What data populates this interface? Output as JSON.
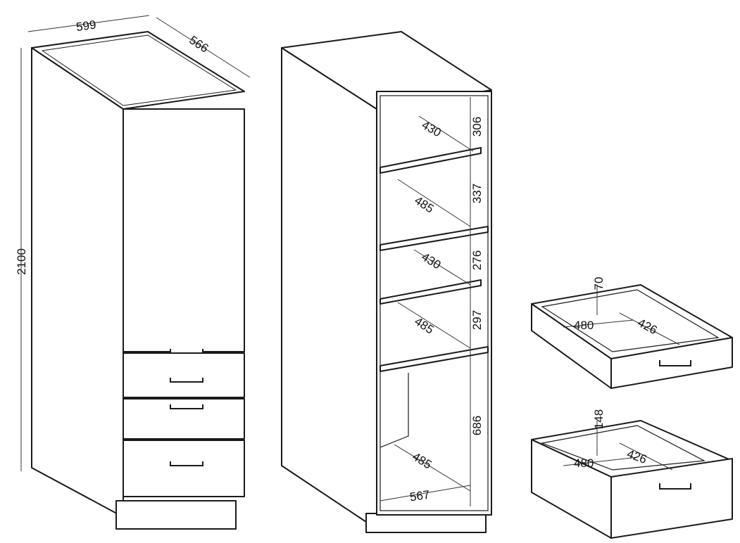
{
  "closed_cabinet": {
    "width": "599",
    "depth": "566",
    "height": "2100"
  },
  "open_cabinet": {
    "shelf_depths": [
      "430",
      "485",
      "430",
      "485"
    ],
    "compartment_heights": [
      "306",
      "337",
      "276",
      "297",
      "686"
    ],
    "bottom_depth": "485",
    "bottom_width": "567"
  },
  "drawer_upper": {
    "height": "70",
    "width": "480",
    "depth": "426"
  },
  "drawer_lower": {
    "height": "148",
    "width": "480",
    "depth": "426"
  }
}
